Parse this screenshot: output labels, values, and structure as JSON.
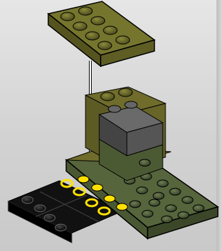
{
  "scene": {
    "subject": "lego-build-step-illustration",
    "parts": [
      {
        "name": "olive-plate-2x4",
        "color": "#6b6a2a"
      },
      {
        "name": "dark-gray-slope",
        "color": "#5c5c5c"
      },
      {
        "name": "olive-bricks",
        "color": "#6f6c2c"
      },
      {
        "name": "dark-green-plate",
        "color": "#4f5d38"
      },
      {
        "name": "black-plates",
        "color": "#111111"
      }
    ],
    "placement_marker_color": "#ffe000"
  }
}
